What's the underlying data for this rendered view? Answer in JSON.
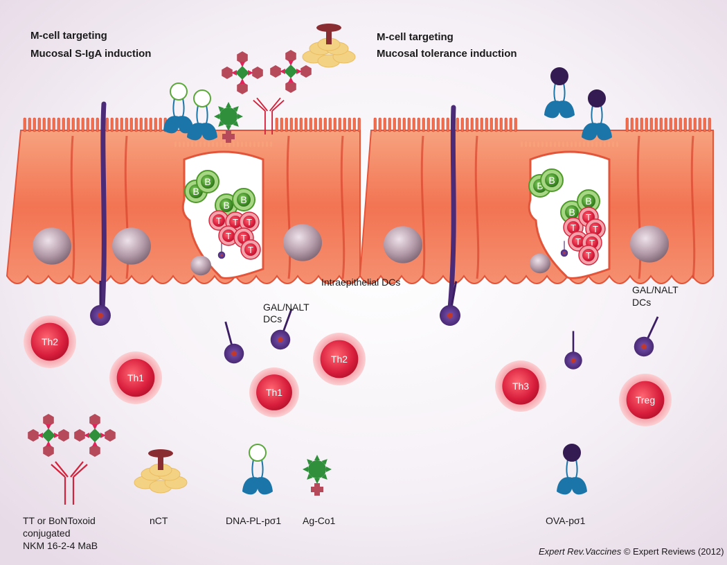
{
  "left_panel": {
    "heading_line1": "M-cell targeting",
    "heading_line2": "Mucosal S-IgA induction",
    "dc_label_line1": "GAL/NALT",
    "dc_label_line2": "DCs",
    "cells": {
      "th2_a": "Th2",
      "th1_a": "Th1",
      "th1_b": "Th1",
      "th2_b": "Th2"
    }
  },
  "right_panel": {
    "heading_line1": "M-cell targeting",
    "heading_line2": "Mucosal tolerance induction",
    "dc_label_line1": "GAL/NALT",
    "dc_label_line2": "DCs",
    "cells": {
      "th3": "Th3",
      "treg": "Treg"
    }
  },
  "intraepithelial_label": "Intraepithelial DCs",
  "m_cell_letters": {
    "b": "B",
    "t": "T"
  },
  "legend": {
    "tt_line1": "TT or BoNToxoid",
    "tt_line2": "conjugated",
    "tt_line3": "NKM 16-2-4 MaB",
    "nct": "nCT",
    "dna": "DNA-PL-pσ1",
    "agco": "Ag-Co1",
    "ova": "OVA-pσ1"
  },
  "credit": {
    "journal": "Expert Rev.Vaccines",
    "rest": "© Expert Reviews (2012)"
  },
  "colors": {
    "epithelium": "#f0704f",
    "epithelium_light": "#f8a07a",
    "nucleus": "#9c8591",
    "dendritic_cell": "#4b2a78",
    "t_cell": "#d81e3c",
    "b_cell": "#4e9a2a",
    "antibody": "#d2233c",
    "hexagon": "#b64a5a",
    "green_diamond": "#2f8f3a",
    "receptor_blue": "#1c75a8",
    "ova_purple": "#341b52",
    "ct_yellow": "#f4d283",
    "ct_cap": "#8a2d33"
  }
}
